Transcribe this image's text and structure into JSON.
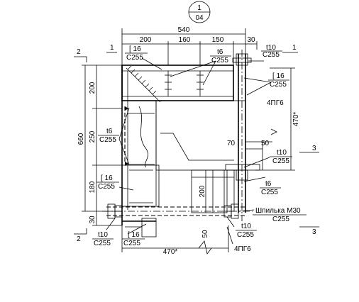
{
  "callout": {
    "top": "1",
    "bottom": "04"
  },
  "dimensions": {
    "overall_width": "540",
    "seg_200": "200",
    "seg_160": "160",
    "seg_150": "150",
    "seg_30_top": "30",
    "height_660": "660",
    "h_200": "200",
    "h_250": "250",
    "h_180": "180",
    "h_30": "30",
    "right_470": "470*",
    "bottom_470": "470*",
    "d70": "70",
    "d50_top": "50",
    "v200": "200",
    "v50": "50"
  },
  "section_marks": {
    "left_top": "2",
    "left_bottom": "2",
    "top_right": "1",
    "top_left": "1",
    "right_mid": "3",
    "right_low": "3"
  },
  "labels": {
    "c16_top_a": "[ 16",
    "c16_top_b": "C255",
    "t6_top_a": "t6",
    "t6_top_b": "C255",
    "t10_top_a": "t10",
    "t10_top_b": "C255",
    "c16_right_a": "[ 16",
    "c16_right_b": "C255",
    "pg_right": "4ПГ6",
    "t6_left_a": "t6",
    "t6_left_b": "C255",
    "t10_mid_a": "t10",
    "t10_mid_b": "C255",
    "t6_mid_a": "t6",
    "t6_mid_b": "C255",
    "c16_left_a": "[ 16",
    "c16_left_b": "C255",
    "stud_a": "Шпилька М30",
    "stud_b": "C255",
    "t10_low_a": "t10",
    "t10_low_b": "C255",
    "t10_bl_a": "t10",
    "t10_bl_b": "C255",
    "c16_bottom_a": "[ 16",
    "c16_bottom_b": "C255",
    "pg_bottom": "4ПГ6"
  }
}
